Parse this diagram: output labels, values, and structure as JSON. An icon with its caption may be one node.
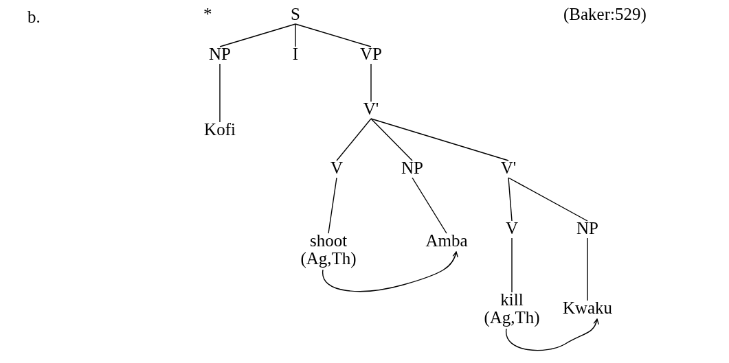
{
  "diagram": {
    "nodes": [
      {
        "text": [
          "S"
        ]
      },
      {
        "text": [
          "NP"
        ]
      },
      {
        "text": [
          "I"
        ]
      },
      {
        "text": [
          "VP"
        ]
      },
      {
        "text": [
          "Kofi"
        ]
      },
      {
        "text": [
          "V'"
        ]
      },
      {
        "text": [
          "V"
        ]
      },
      {
        "text": [
          "NP"
        ]
      },
      {
        "text": [
          "V'"
        ]
      },
      {
        "text": [
          "shoot (Ag,Th)"
        ]
      },
      {
        "text": [
          "Amba"
        ]
      },
      {
        "text": [
          "V"
        ]
      },
      {
        "text": [
          "NP"
        ]
      },
      {
        "text": [
          "kill (Ag,Th)"
        ]
      },
      {
        "text": [
          "Kwaku"
        ]
      }
    ],
    "edges": [
      {
        "from": 0,
        "to": 1,
        "arrow": "none"
      },
      {
        "from": 0,
        "to": 2,
        "arrow": "none"
      },
      {
        "from": 0,
        "to": 3,
        "arrow": "none"
      },
      {
        "from": 1,
        "to": 4,
        "arrow": "none"
      },
      {
        "from": 3,
        "to": 5,
        "arrow": "none"
      },
      {
        "from": 5,
        "to": 6,
        "arrow": "none"
      },
      {
        "from": 5,
        "to": 7,
        "arrow": "none"
      },
      {
        "from": 5,
        "to": 8,
        "arrow": "none"
      },
      {
        "from": 6,
        "to": 9,
        "arrow": "none"
      },
      {
        "from": 7,
        "to": 10,
        "arrow": "none"
      },
      {
        "from": 8,
        "to": 11,
        "arrow": "none"
      },
      {
        "from": 8,
        "to": 12,
        "arrow": "none"
      },
      {
        "from": 11,
        "to": 13,
        "arrow": "none"
      },
      {
        "from": 12,
        "to": 14,
        "arrow": "none"
      },
      {
        "from": 9,
        "to": 10,
        "arrow": "to"
      },
      {
        "from": 13,
        "to": 14,
        "arrow": "to"
      }
    ],
    "labels": [
      "b.",
      "*",
      "(Baker:529)"
    ]
  }
}
